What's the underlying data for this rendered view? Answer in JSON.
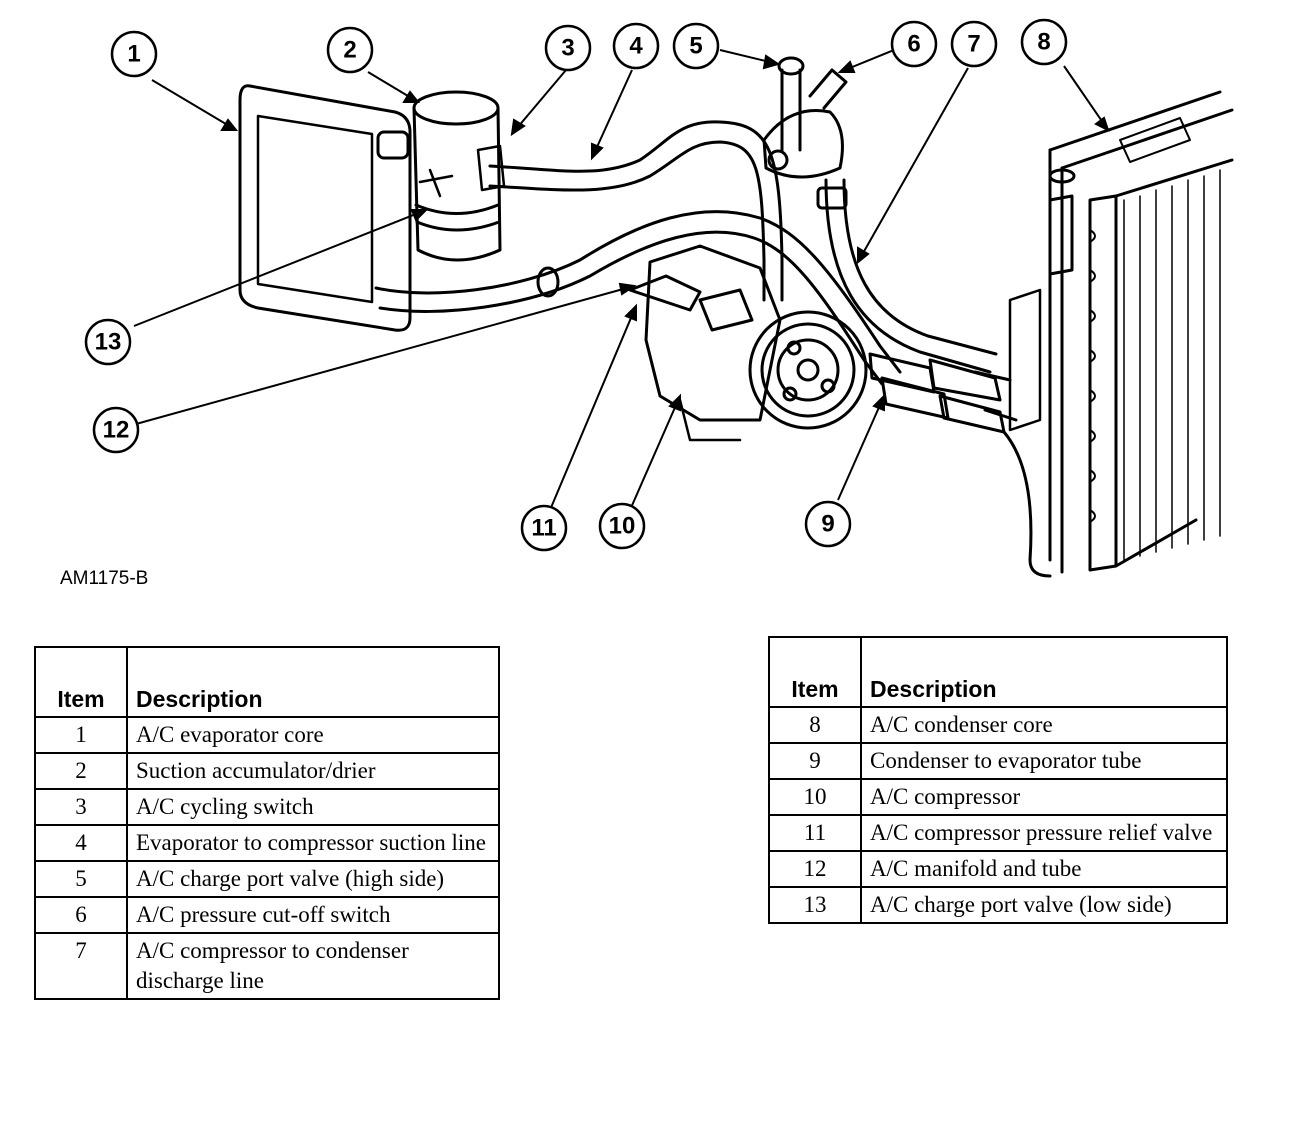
{
  "figure_code": "AM1175-B",
  "callouts": [
    "1",
    "2",
    "3",
    "4",
    "5",
    "6",
    "7",
    "8",
    "9",
    "10",
    "11",
    "12",
    "13"
  ],
  "legend_left": {
    "header_item": "Item",
    "header_desc": "Description",
    "rows": [
      {
        "item": "1",
        "desc": "A/C evaporator core"
      },
      {
        "item": "2",
        "desc": "Suction accumulator/drier"
      },
      {
        "item": "3",
        "desc": "A/C cycling switch"
      },
      {
        "item": "4",
        "desc": "Evaporator to compressor suction line"
      },
      {
        "item": "5",
        "desc": "A/C charge port valve (high side)"
      },
      {
        "item": "6",
        "desc": "A/C pressure cut-off switch"
      },
      {
        "item": "7",
        "desc": "A/C compressor to condenser discharge line"
      }
    ]
  },
  "legend_right": {
    "header_item": "Item",
    "header_desc": "Description",
    "rows": [
      {
        "item": "8",
        "desc": "A/C condenser core"
      },
      {
        "item": "9",
        "desc": "Condenser to evaporator tube"
      },
      {
        "item": "10",
        "desc": "A/C compressor"
      },
      {
        "item": "11",
        "desc": "A/C compressor pressure relief valve"
      },
      {
        "item": "12",
        "desc": "A/C manifold and tube"
      },
      {
        "item": "13",
        "desc": "A/C charge port valve (low side)"
      }
    ]
  }
}
